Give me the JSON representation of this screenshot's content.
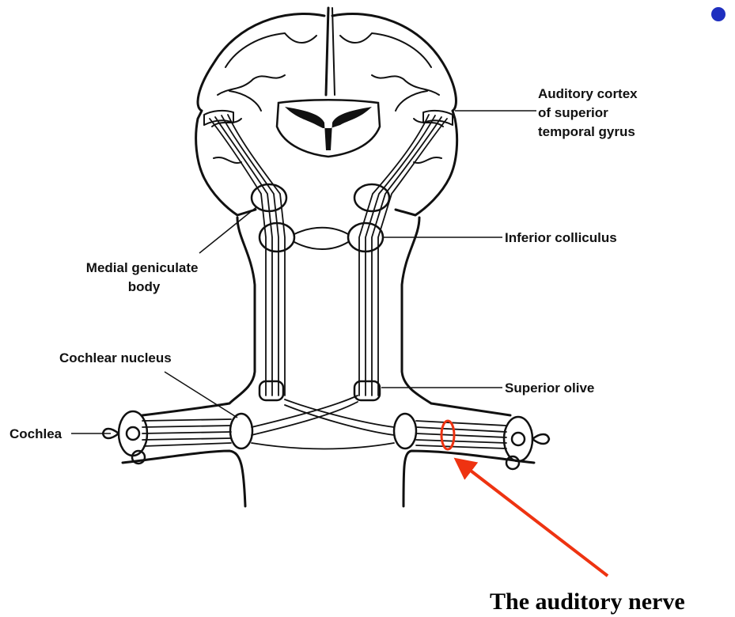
{
  "labels": {
    "auditory_cortex": [
      "Auditory cortex",
      "of superior",
      "temporal gyrus"
    ],
    "inferior_colliculus": "Inferior colliculus",
    "medial_geniculate": [
      "Medial geniculate",
      "body"
    ],
    "cochlear_nucleus": "Cochlear nucleus",
    "superior_olive": "Superior olive",
    "cochlea": "Cochlea",
    "annotation": "The auditory nerve"
  },
  "colors": {
    "bullet": "#1f2fbf",
    "highlight": "#ee3311",
    "arrow": "#ee3311"
  }
}
